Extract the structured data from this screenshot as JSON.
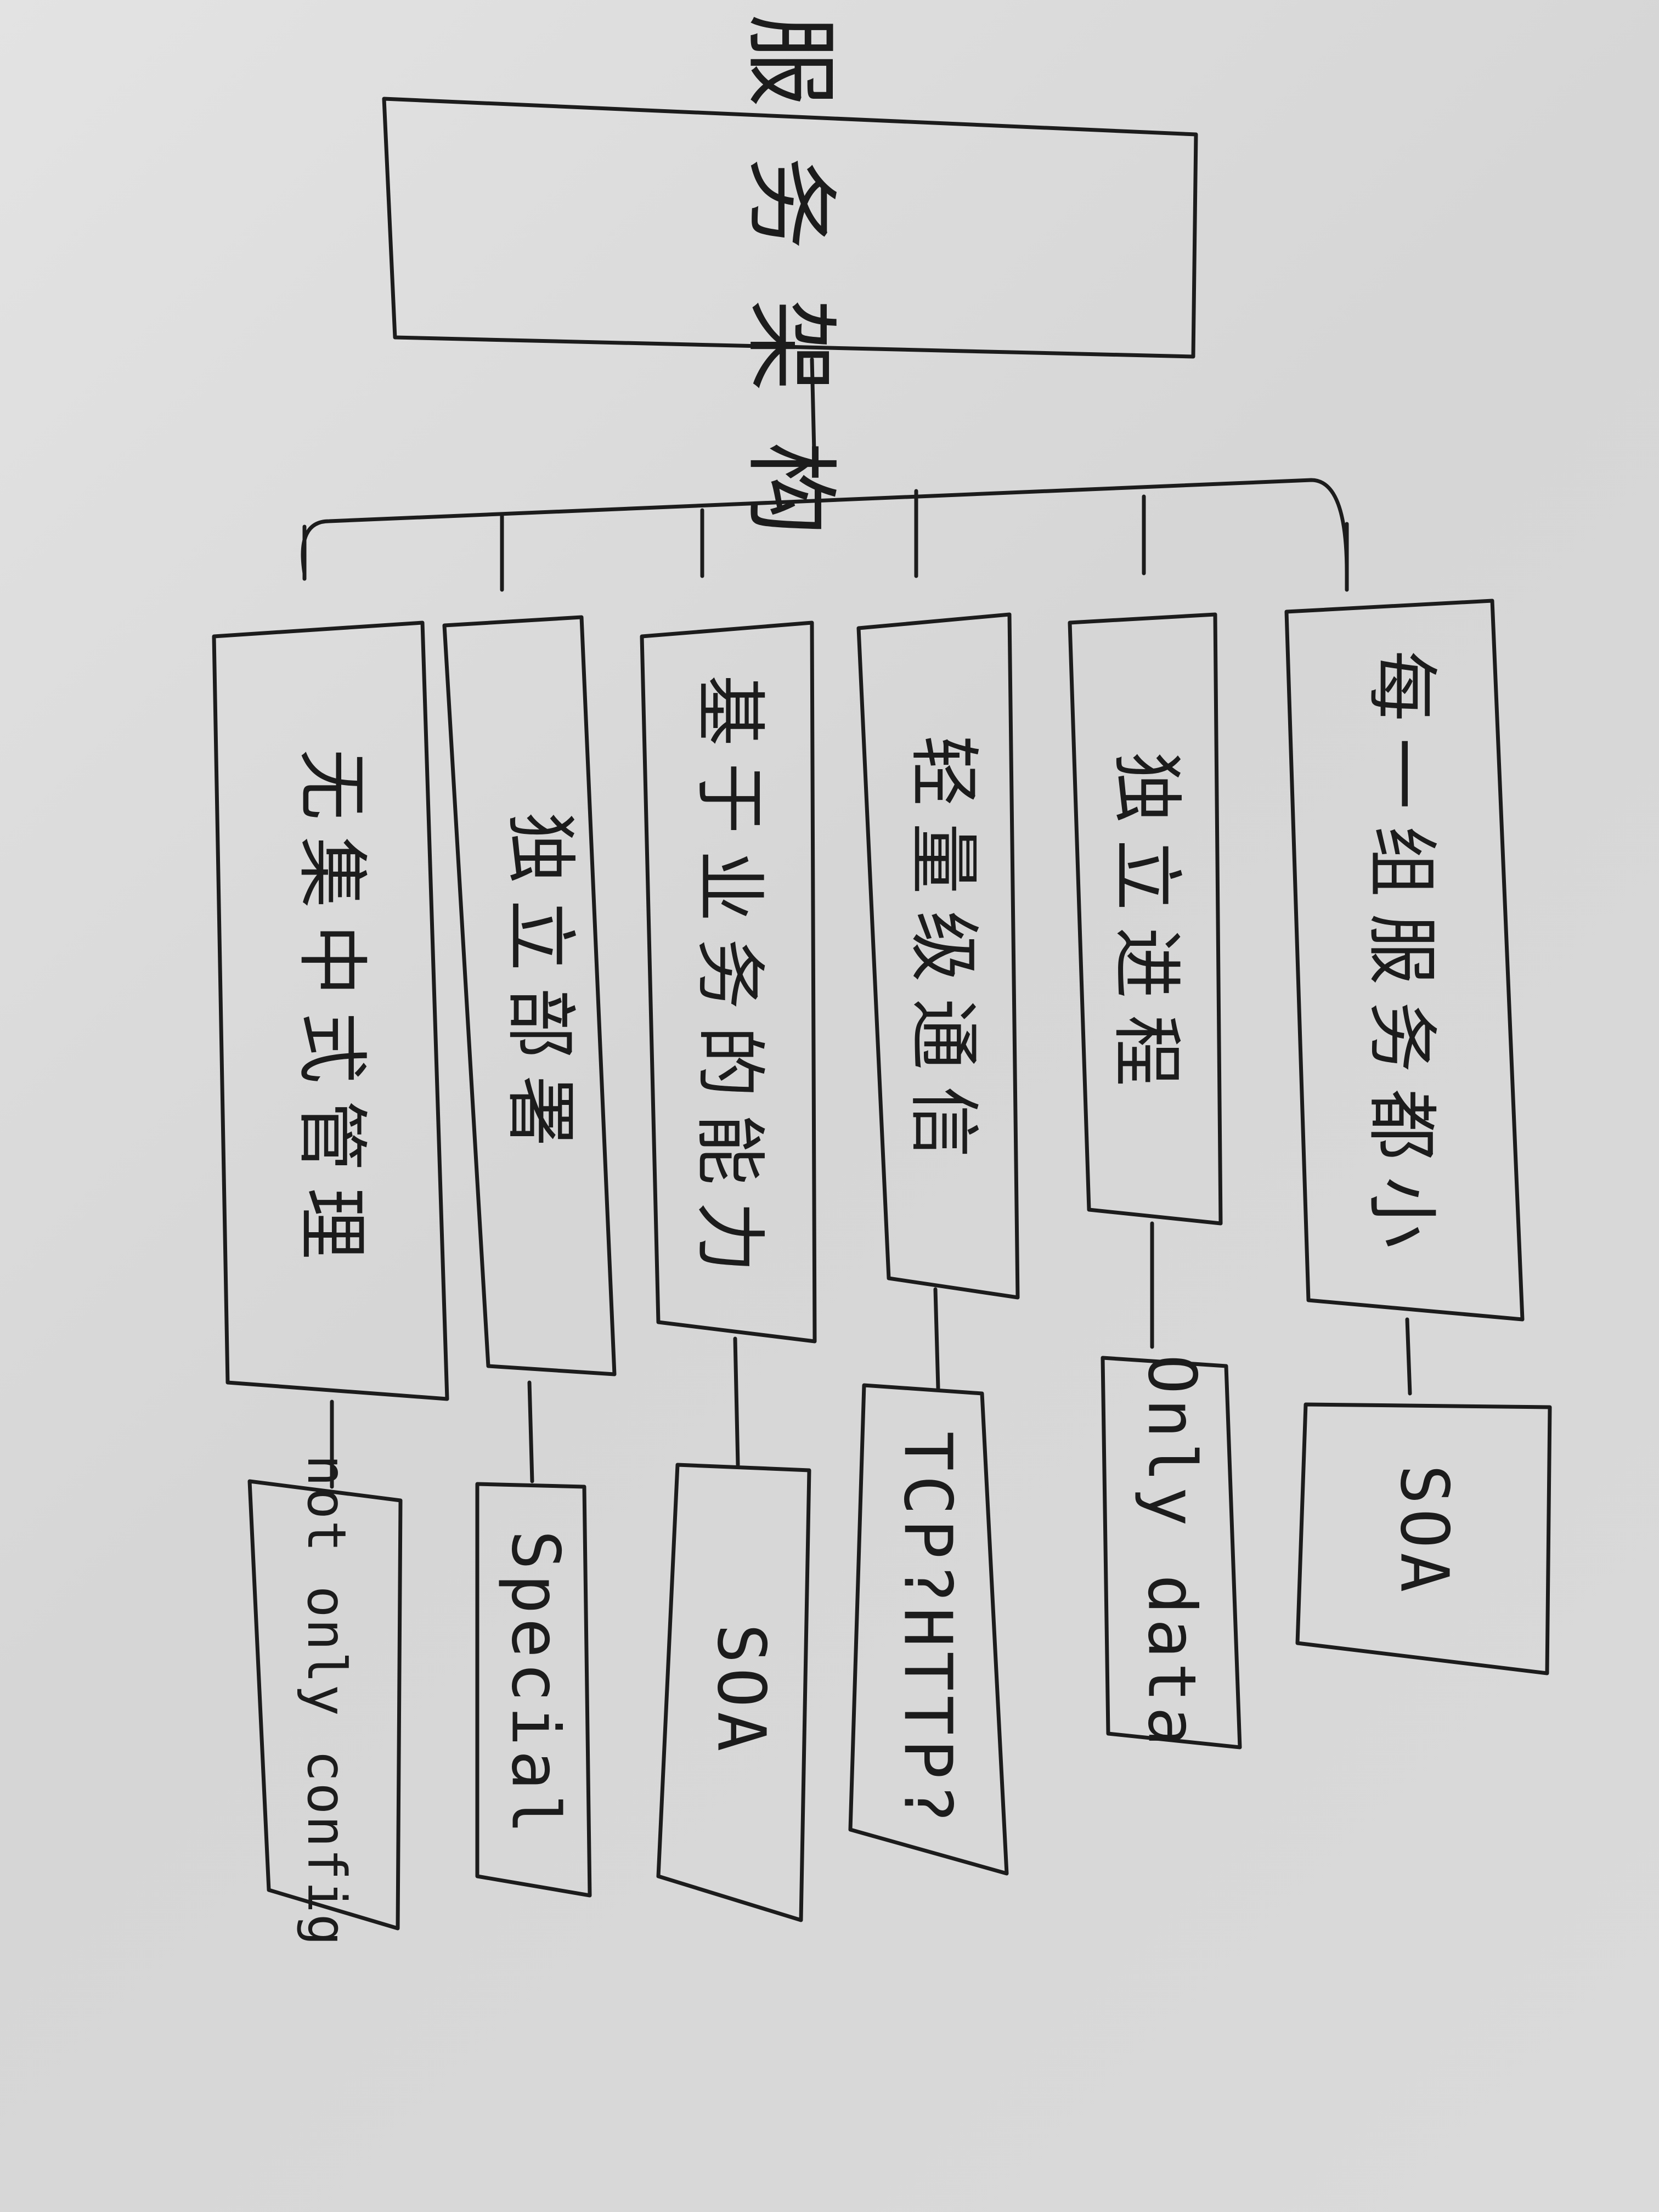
{
  "root": {
    "label": "微服务架构"
  },
  "branches": [
    {
      "child": "每一组服务都小",
      "leaf": "SOA"
    },
    {
      "child": "独立进程",
      "leaf": "Only data"
    },
    {
      "child": "轻量级通信",
      "leaf": "TCP?HTTP?"
    },
    {
      "child": "基于业务的能力",
      "leaf": "SOA"
    },
    {
      "child": "独立部署",
      "leaf": "Special"
    },
    {
      "child": "无集中式管理",
      "leaf": "not only config"
    }
  ]
}
